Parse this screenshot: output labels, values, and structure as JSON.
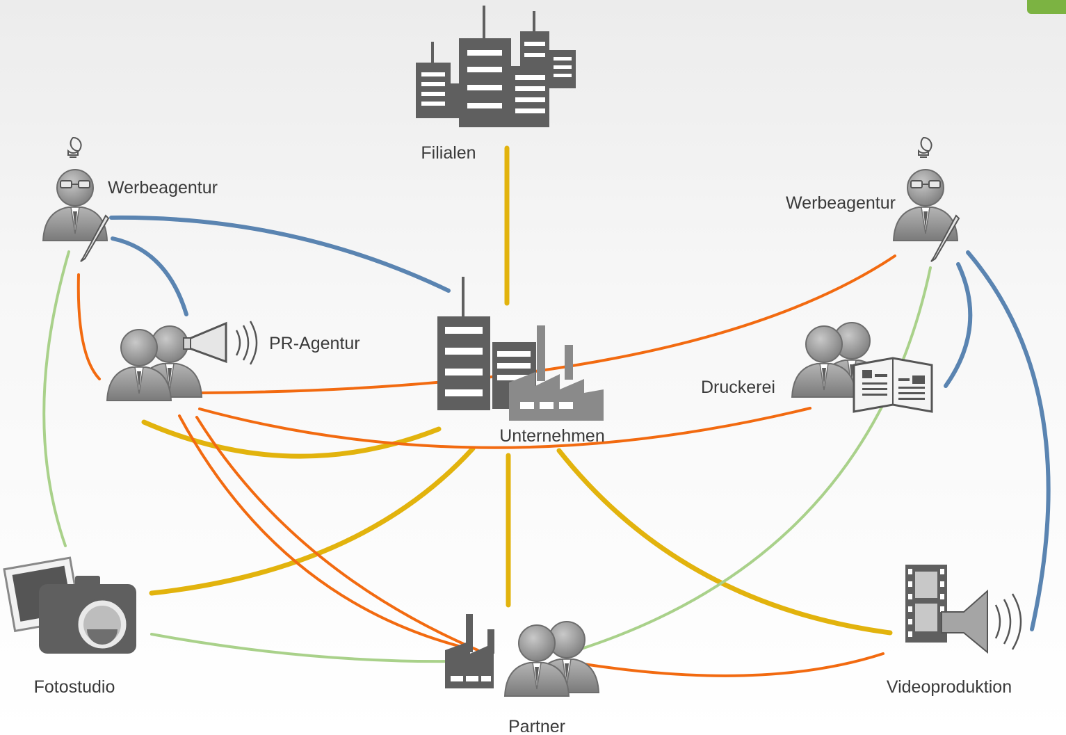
{
  "nodes": {
    "filialen": "Filialen",
    "werbeagentur_left": "Werbeagentur",
    "werbeagentur_right": "Werbeagentur",
    "pr_agentur": "PR-Agentur",
    "unternehmen": "Unternehmen",
    "druckerei": "Druckerei",
    "fotostudio": "Fotostudio",
    "partner": "Partner",
    "videoproduktion": "Videoproduktion"
  },
  "colors": {
    "blue": "#5a84b1",
    "orange": "#f26a10",
    "yellow": "#e2b30d",
    "green": "#a9d18a",
    "icon_gray": "#5f5f5f",
    "icon_light": "#9a9a9a"
  },
  "icons": [
    "city-buildings-icon",
    "person-glasses-bulb-pen-icon",
    "people-megaphone-icon",
    "company-factory-icon",
    "people-book-icon",
    "camera-photo-icon",
    "factory-people-icon",
    "film-speaker-icon"
  ]
}
